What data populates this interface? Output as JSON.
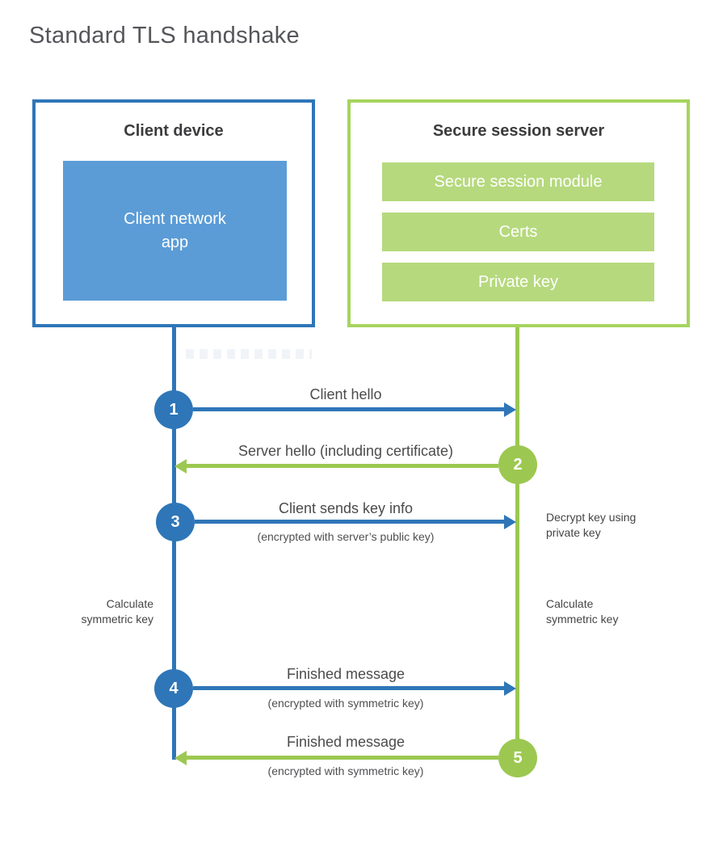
{
  "title": "Standard TLS handshake",
  "client": {
    "header": "Client device",
    "app_label": "Client network\napp"
  },
  "server": {
    "header": "Secure session server",
    "modules": [
      {
        "label": "Secure session module"
      },
      {
        "label": "Certs"
      },
      {
        "label": "Private key"
      }
    ]
  },
  "steps": [
    {
      "num": "1",
      "from": "client",
      "direction": "right",
      "label": "Client hello",
      "sublabel": ""
    },
    {
      "num": "2",
      "from": "server",
      "direction": "left",
      "label": "Server hello (including certificate)",
      "sublabel": ""
    },
    {
      "num": "3",
      "from": "client",
      "direction": "right",
      "label": "Client sends key info",
      "sublabel": "(encrypted with server’s public key)"
    },
    {
      "num": "4",
      "from": "client",
      "direction": "right",
      "label": "Finished message",
      "sublabel": "(encrypted with symmetric key)"
    },
    {
      "num": "5",
      "from": "server",
      "direction": "left",
      "label": "Finished message",
      "sublabel": "(encrypted with symmetric key)"
    }
  ],
  "notes": {
    "decrypt_key": "Decrypt key using\nprivate key",
    "calculate_left": "Calculate\nsymmetric key",
    "calculate_right": "Calculate\nsymmetric key"
  },
  "colors": {
    "client_primary": "#2e76b8",
    "client_fill": "#5b9cd7",
    "server_primary": "#9cc851",
    "server_border": "#a6d45e",
    "server_fill": "#b6d97e"
  }
}
